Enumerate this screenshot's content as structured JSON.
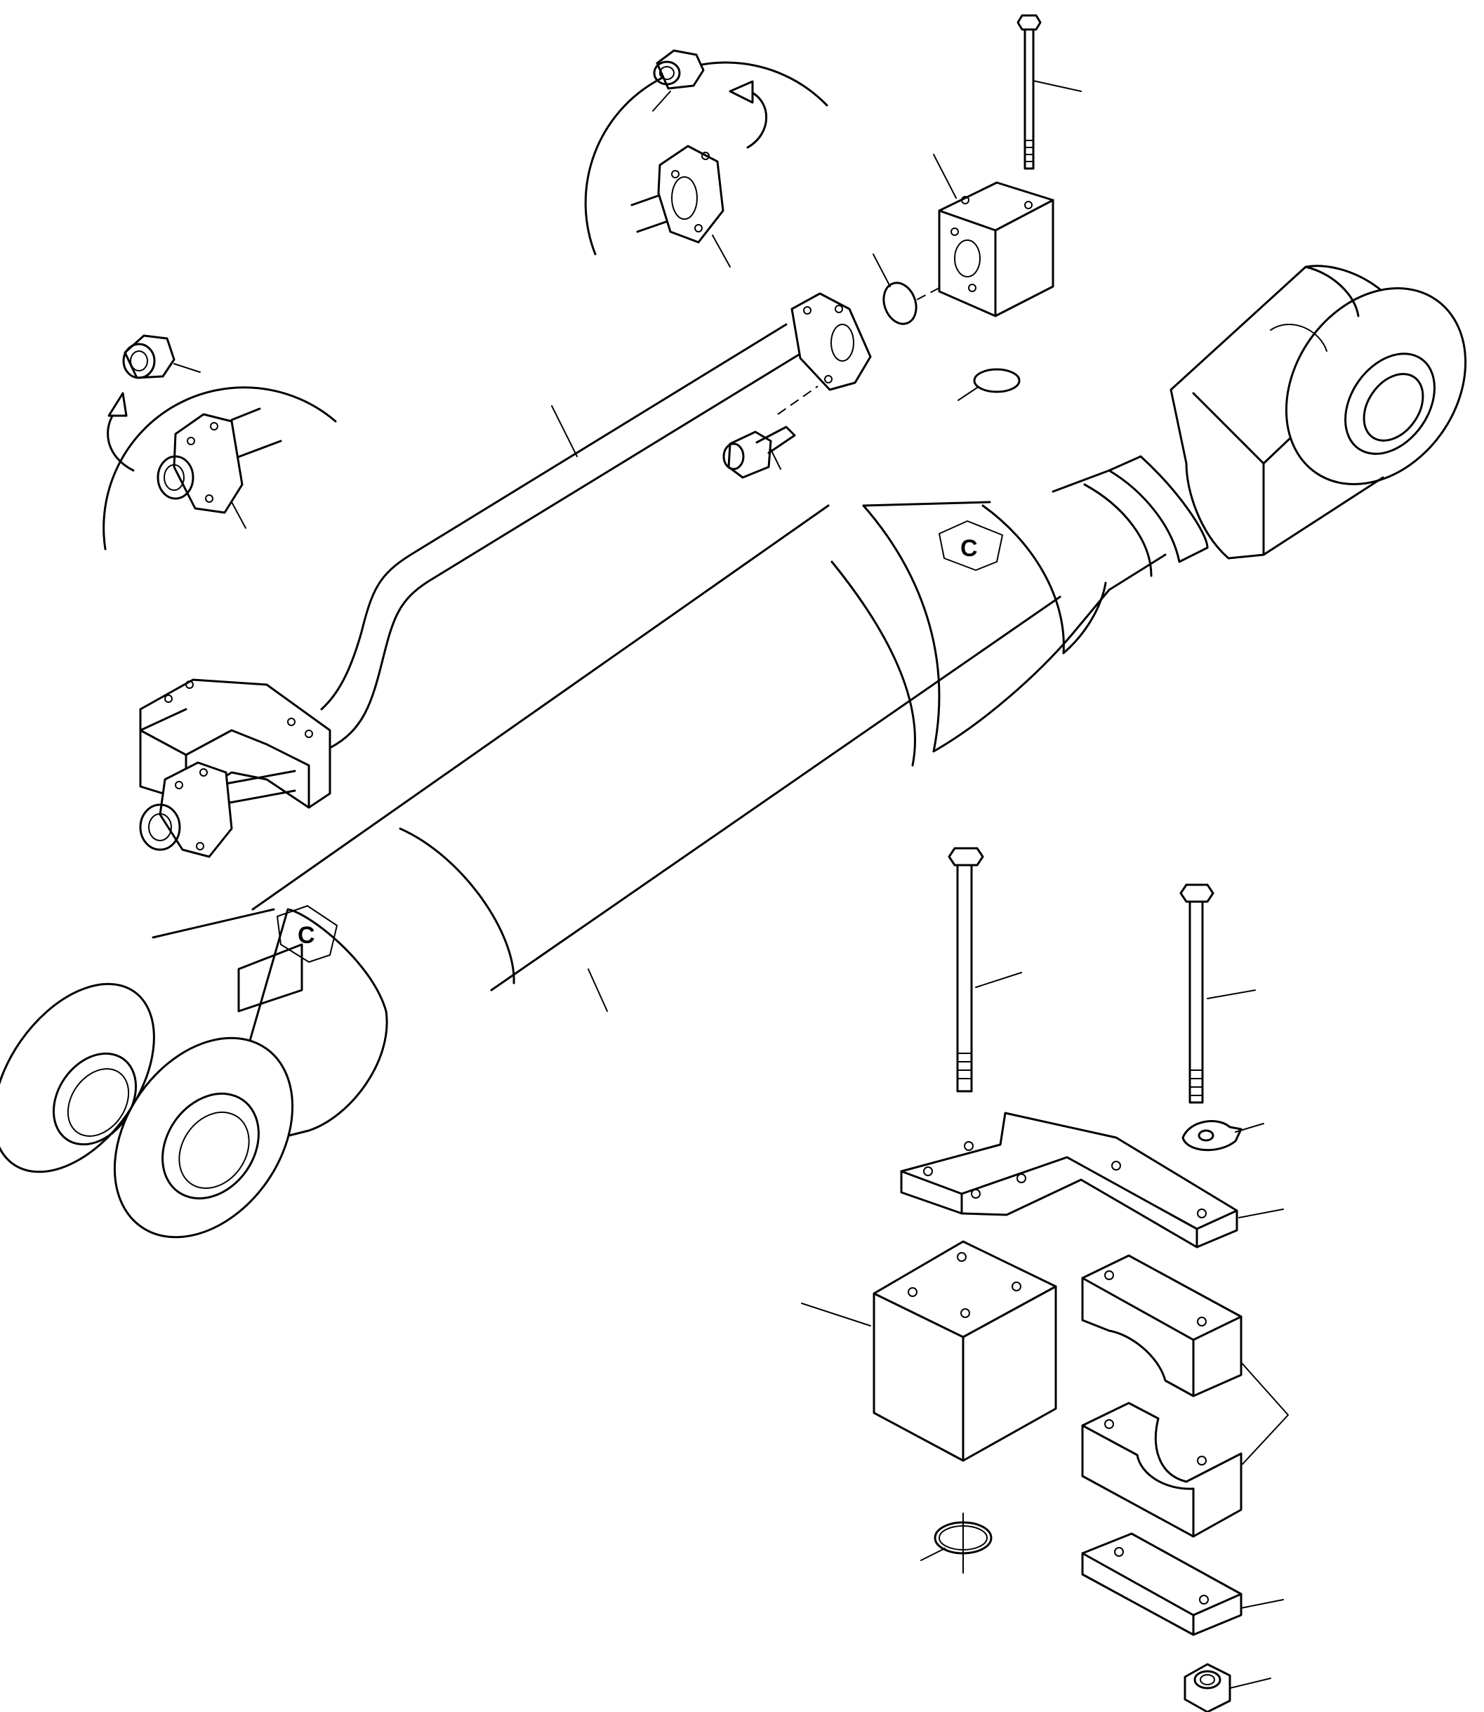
{
  "drawing": {
    "stamp_mark": "C",
    "colors": {
      "line": "#000000",
      "background": "#ffffff"
    },
    "parts": [
      "hydraulic-cylinder",
      "cylinder-rod-clevis",
      "cylinder-bottom-clevis",
      "hydraulic-tube",
      "tube-end-block",
      "long-bolt",
      "split-flange",
      "o-ring",
      "socket-head-bolt",
      "banjo-fitting",
      "clamp-bolt",
      "lock-washer",
      "clamp-plate",
      "clamp-block",
      "clamp-half",
      "lower-plate",
      "hex-nut"
    ]
  }
}
